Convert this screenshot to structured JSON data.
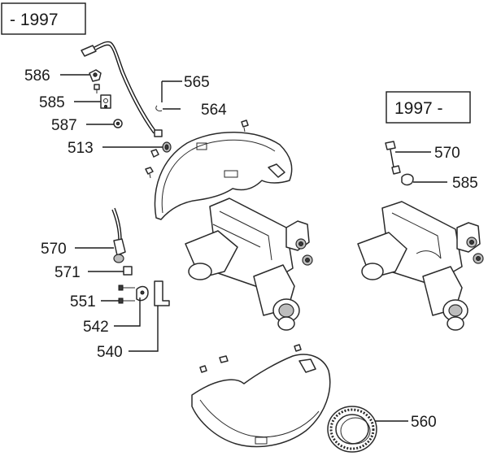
{
  "boxes": {
    "before_1997": "- 1997",
    "from_1997": "1997 -"
  },
  "callouts": {
    "c586": "586",
    "c585_left": "585",
    "c587": "587",
    "c513": "513",
    "c565": "565",
    "c564": "564",
    "c570_left": "570",
    "c571": "571",
    "c551": "551",
    "c542": "542",
    "c540": "540",
    "c570_right": "570",
    "c585_right": "585",
    "c560": "560"
  }
}
